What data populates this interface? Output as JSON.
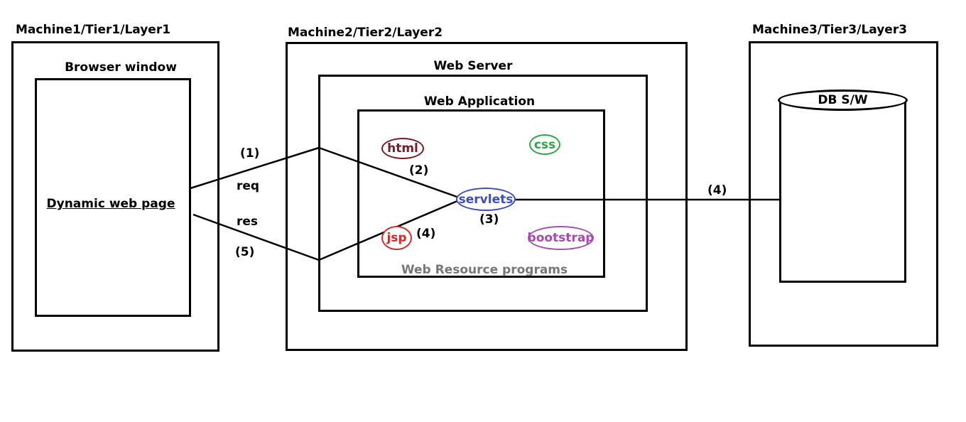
{
  "machines": {
    "m1": {
      "title": "Machine1/Tier1/Layer1",
      "browser_title": "Browser window",
      "page_label": "Dynamic web page"
    },
    "m2": {
      "title": "Machine2/Tier2/Layer2",
      "web_server": "Web Server",
      "web_application": "Web Application",
      "resources_caption": "Web Resource programs"
    },
    "m3": {
      "title": "Machine3/Tier3/Layer3",
      "db_label": "DB S/W"
    }
  },
  "resources": {
    "html": {
      "label": "html",
      "color": "#7a1a2a"
    },
    "css": {
      "label": "css",
      "color": "#2aa844"
    },
    "servlets": {
      "label": "servlets",
      "color": "#3c4dbf"
    },
    "jsp": {
      "label": "jsp",
      "color": "#d42a2a"
    },
    "bootstrap": {
      "label": "bootstrap",
      "color": "#a64bb0"
    }
  },
  "flow": {
    "step1": "(1)",
    "req": "req",
    "res": "res",
    "step5": "(5)",
    "step2": "(2)",
    "step3": "(3)",
    "step4_jsp": "(4)",
    "step4_db": "(4)"
  },
  "colors": {
    "caption": "#777777",
    "stroke": "#000000"
  }
}
